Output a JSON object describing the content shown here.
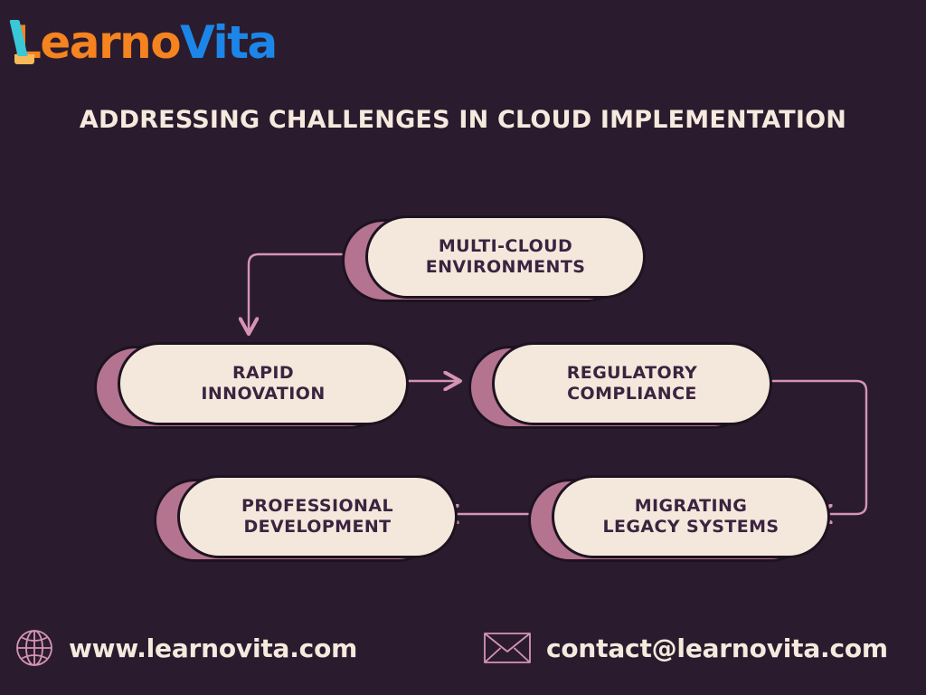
{
  "brand": {
    "name": "LearnoVita",
    "name_part1": "Learno",
    "name_part2": "Vita",
    "color_orange": "#f5831f",
    "color_amber": "#f9b95a",
    "color_blue": "#1c86e8",
    "color_cyan": "#38c8d8"
  },
  "title": "ADDRESSING CHALLENGES IN CLOUD IMPLEMENTATION",
  "theme": {
    "background": "#2a1c2e",
    "card_fill": "#f4e8dc",
    "card_shadow": "#b4738f",
    "card_outline": "#1d1320",
    "card_text": "#3b2440",
    "accent_text": "#f6e9dd",
    "connector": "#d694b4"
  },
  "diagram": {
    "type": "flowchart",
    "nodes": [
      {
        "id": "multicloud",
        "label": "MULTI-CLOUD\nENVIRONMENTS",
        "line1": "MULTI-CLOUD",
        "line2": "ENVIRONMENTS"
      },
      {
        "id": "rapid",
        "label": "RAPID\nINNOVATION",
        "line1": "RAPID",
        "line2": "INNOVATION"
      },
      {
        "id": "regulatory",
        "label": "REGULATORY\nCOMPLIANCE",
        "line1": "REGULATORY",
        "line2": "COMPLIANCE"
      },
      {
        "id": "migrating",
        "label": "MIGRATING\nLEGACY SYSTEMS",
        "line1": "MIGRATING",
        "line2": "LEGACY SYSTEMS"
      },
      {
        "id": "professional",
        "label": "PROFESSIONAL\nDEVELOPMENT",
        "line1": "PROFESSIONAL",
        "line2": "DEVELOPMENT"
      }
    ],
    "edges": [
      {
        "from": "multicloud",
        "to": "rapid",
        "shape": "left-then-down"
      },
      {
        "from": "rapid",
        "to": "regulatory",
        "shape": "straight-right"
      },
      {
        "from": "regulatory",
        "to": "migrating",
        "shape": "right-down-left"
      },
      {
        "from": "migrating",
        "to": "professional",
        "shape": "straight-left"
      }
    ]
  },
  "footer": {
    "website": "www.learnovita.com",
    "email": "contact@learnovita.com",
    "website_icon": "globe-icon",
    "email_icon": "envelope-icon"
  }
}
